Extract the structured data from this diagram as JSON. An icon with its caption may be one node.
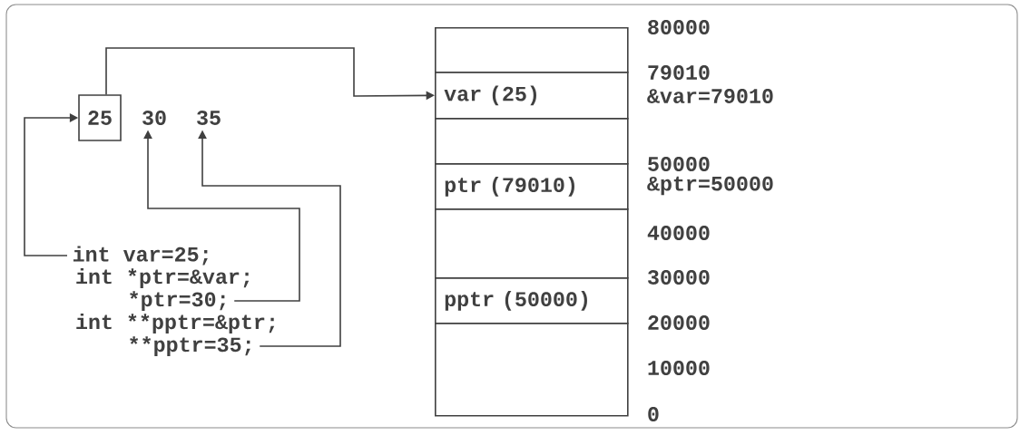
{
  "diagram": {
    "nodes": [
      {
        "text": [
          "25"
        ]
      },
      {
        "text": [
          "30"
        ]
      },
      {
        "text": [
          "35"
        ]
      },
      {
        "text": [
          "int var=25;"
        ]
      },
      {
        "text": [
          "*ptr=30;"
        ]
      },
      {
        "text": [
          "**pptr=35;"
        ]
      },
      {
        "text": [],
        "shape": "box"
      },
      {
        "text": [
          "var (25)"
        ]
      },
      {
        "text": [],
        "shape": "box"
      },
      {
        "text": [
          "ptr (79010)"
        ]
      },
      {
        "text": [],
        "shape": "box"
      },
      {
        "text": [
          "pptr (50000)"
        ]
      },
      {
        "text": [],
        "shape": "box"
      }
    ],
    "edges": [
      {
        "from": 3,
        "to": 0,
        "arrow": "to"
      },
      {
        "from": 0,
        "to": 7,
        "arrow": "to"
      },
      {
        "from": 4,
        "to": 1,
        "arrow": "to"
      },
      {
        "from": 5,
        "to": 2,
        "arrow": "to"
      }
    ],
    "labels": [
      "int *ptr=&var;",
      "int **pptr=&ptr;",
      "80000",
      "79010",
      "&var=79010",
      "50000",
      "&ptr=50000",
      "40000",
      "30000",
      "20000",
      "10000",
      "0"
    ]
  }
}
